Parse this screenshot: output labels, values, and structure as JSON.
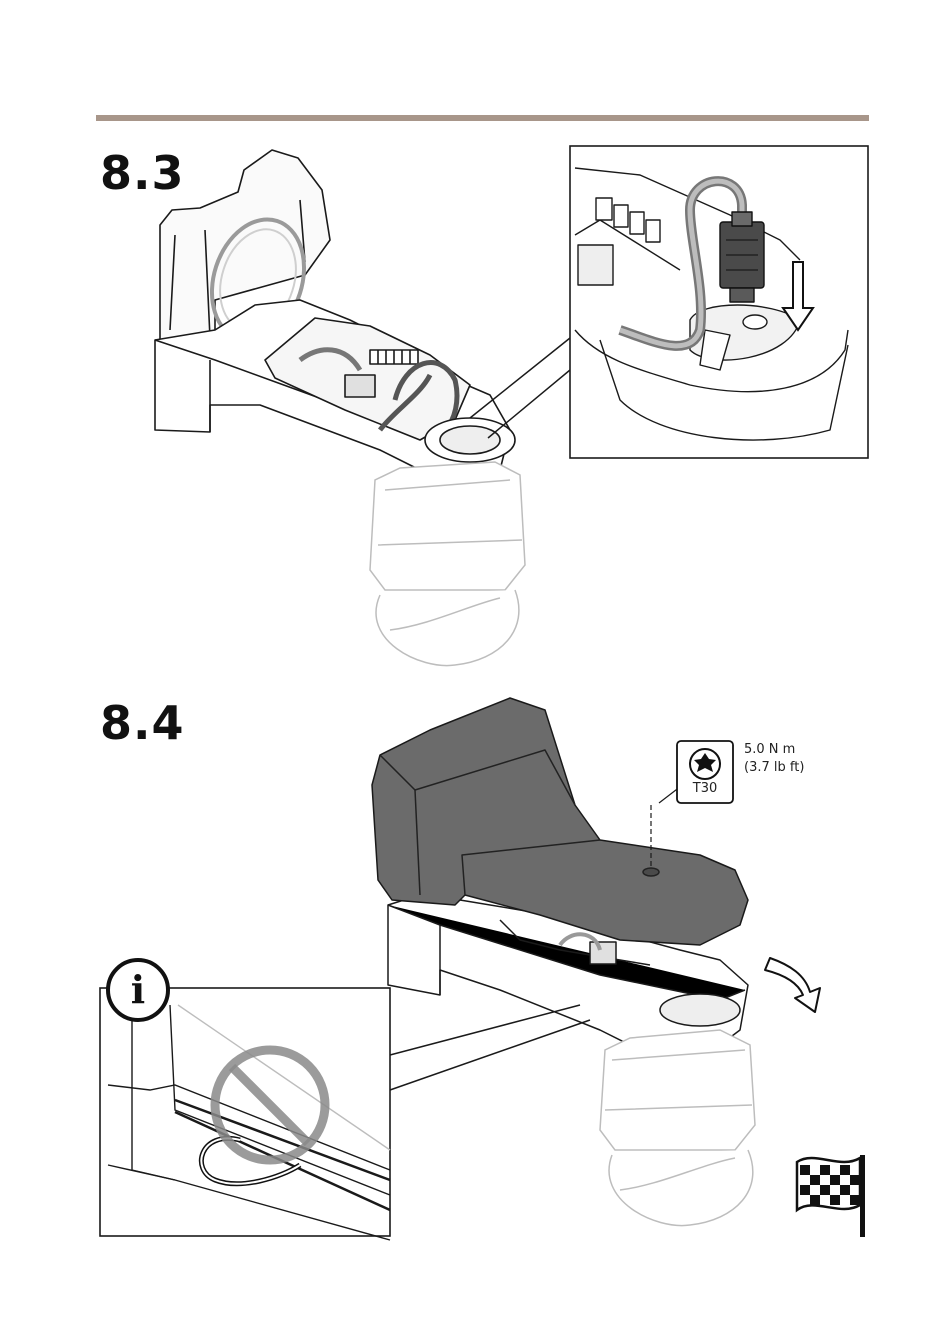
{
  "steps": {
    "step1": "8.3",
    "step2": "8.4"
  },
  "torque": {
    "metric": "5.0 N m",
    "imperial": "(3.7 lb ft)",
    "bit": "T30"
  },
  "info_symbol": "i",
  "colors": {
    "header_rule": "#a8968a",
    "cover_fill": "#6b6b6b",
    "line": "#1a1a1a"
  },
  "icons": [
    "torx-bit-icon",
    "info-icon",
    "prohibited-icon",
    "finish-flag-icon",
    "arrow-down-icon"
  ]
}
